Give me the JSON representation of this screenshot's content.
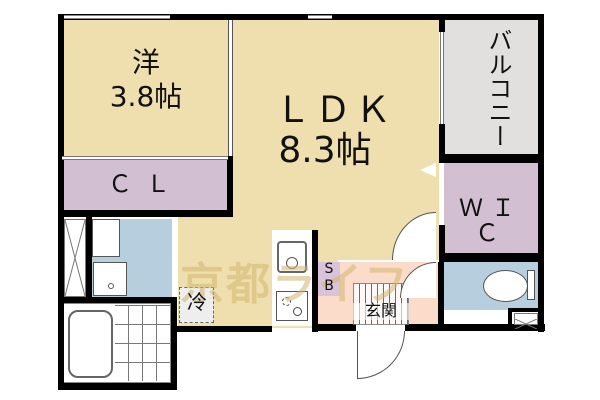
{
  "floor_plan": {
    "rooms": [
      {
        "id": "western-room",
        "name": "洋",
        "size": "3.8帖",
        "color": "#EFDFAE"
      },
      {
        "id": "ldk",
        "name": "ＬＤＫ",
        "size": "8.3帖",
        "color": "#EFDFAE"
      },
      {
        "id": "balcony",
        "name": "バルコニー",
        "color": "#E2DFDF"
      },
      {
        "id": "closet",
        "name": "ＣＬ",
        "color": "#D2BFD2"
      },
      {
        "id": "walk-in-closet",
        "name": "ＷＩＣ",
        "color": "#D2BFD2"
      },
      {
        "id": "washroom",
        "name": "",
        "color": "#B7CEDF"
      },
      {
        "id": "bathroom",
        "name": "",
        "color": "#FFFFFF"
      },
      {
        "id": "toilet",
        "name": "",
        "color": "#B7CEDF"
      },
      {
        "id": "entrance-hall",
        "name": "",
        "color": "#FBDCCB"
      },
      {
        "id": "shoe-box",
        "name": "Ｓ\nＢ",
        "label_top": "S",
        "label_bottom": "B",
        "color": "#D8C3DA"
      },
      {
        "id": "entrance",
        "name": "玄関"
      },
      {
        "id": "fridge",
        "name": "冷"
      }
    ],
    "watermark": "京都ライフ",
    "colors": {
      "wall": "#000000",
      "living": "#EFDFAE",
      "storage": "#D2BFD2",
      "wet": "#B7CEDF",
      "hall": "#FBDCCB",
      "balcony": "#E2DFDF"
    }
  }
}
